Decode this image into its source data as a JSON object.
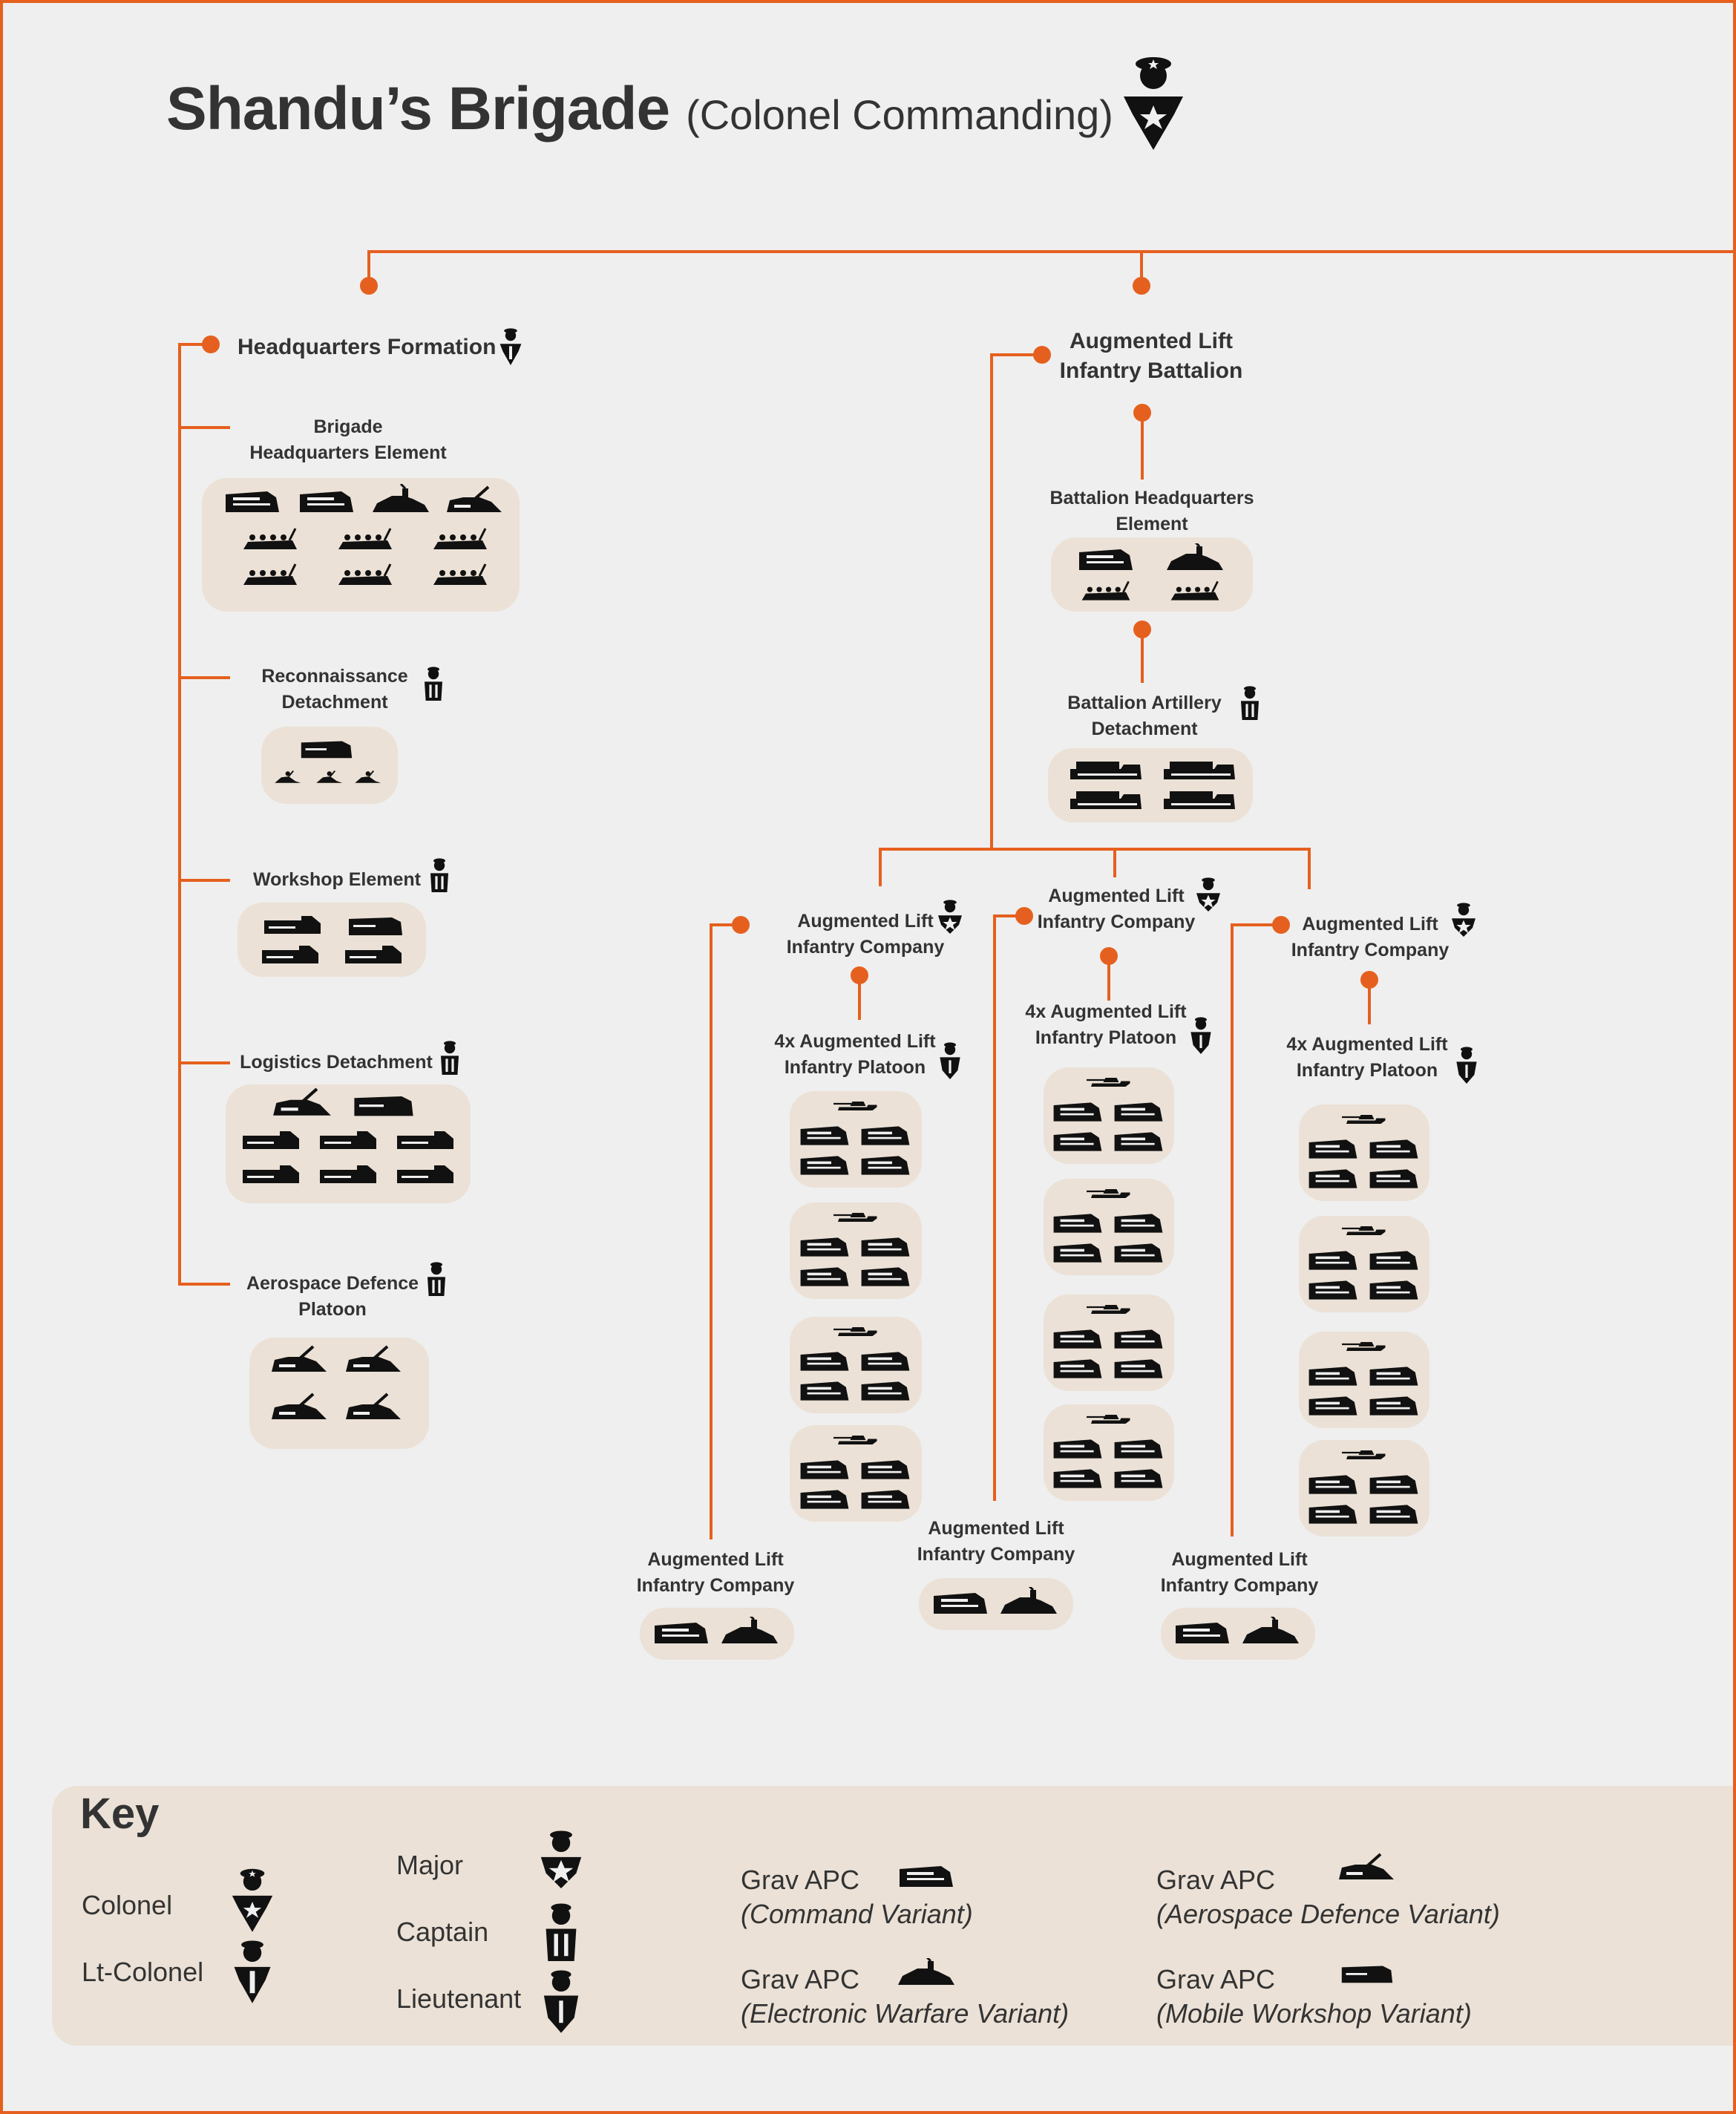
{
  "title": "Shandu’s Brigade",
  "subtitle": "(Colonel Commanding)",
  "colors": {
    "accent": "#e5601e",
    "box": "#ebe1d6",
    "text": "#333333",
    "background": "#efefef",
    "icon": "#111111"
  },
  "hq": {
    "label": "Headquarters Formation",
    "brigade_hq_line1": "Brigade",
    "brigade_hq_line2": "Headquarters Element",
    "recon_line1": "Reconnaissance",
    "recon_line2": "Detachment",
    "workshop": "Workshop Element",
    "logistics": "Logistics Detachment",
    "aerospace_line1": "Aerospace Defence",
    "aerospace_line2": "Platoon"
  },
  "battalion": {
    "label_line1": "Augmented Lift",
    "label_line2": "Infantry Battalion",
    "bhq_line1": "Battalion Headquarters",
    "bhq_line2": "Element",
    "artillery_line1": "Battalion Artillery",
    "artillery_line2": "Detachment"
  },
  "companies": [
    {
      "label_line1": "Augmented Lift",
      "label_line2": "Infantry Company",
      "platoon_line1": "4x Augmented Lift",
      "platoon_line2": "Infantry Platoon",
      "hq_line1": "Augmented Lift",
      "hq_line2": "Infantry Company"
    },
    {
      "label_line1": "Augmented Lift",
      "label_line2": "Infantry Company",
      "platoon_line1": "4x Augmented Lift",
      "platoon_line2": "Infantry Platoon",
      "hq_line1": "Augmented Lift",
      "hq_line2": "Infantry Company"
    },
    {
      "label_line1": "Augmented Lift",
      "label_line2": "Infantry Company",
      "platoon_line1": "4x Augmented Lift",
      "platoon_line2": "Infantry Platoon",
      "hq_line1": "Augmented Lift",
      "hq_line2": "Infantry Company"
    }
  ],
  "key": {
    "title": "Key",
    "colonel": "Colonel",
    "lt_colonel": "Lt-Colonel",
    "major": "Major",
    "captain": "Captain",
    "lieutenant": "Lieutenant",
    "apc_cmd_1": "Grav APC",
    "apc_cmd_2": "(Command Variant)",
    "apc_ew_1": "Grav APC",
    "apc_ew_2": "(Electronic Warfare Variant)",
    "apc_ad_1": "Grav APC",
    "apc_ad_2": "(Aerospace Defence Variant)",
    "apc_ws_1": "Grav APC",
    "apc_ws_2": "(Mobile Workshop Variant)"
  }
}
